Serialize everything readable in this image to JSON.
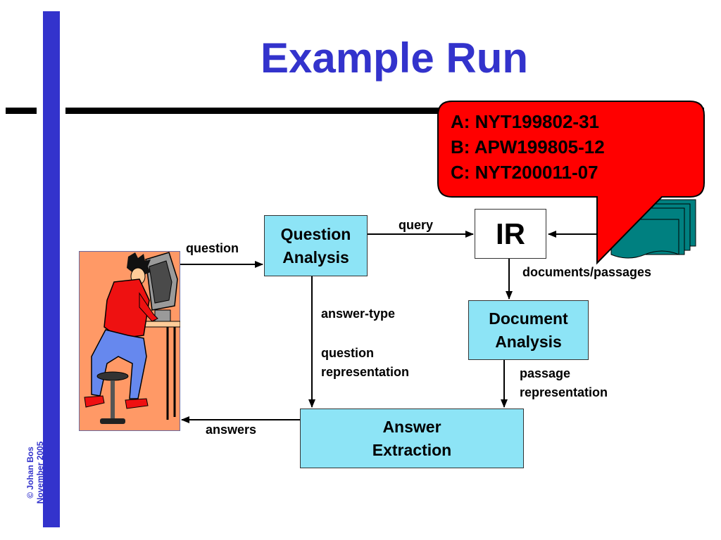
{
  "title": "Example Run",
  "copyright": {
    "line1": "© Johan Bos",
    "line2": "November 2005"
  },
  "nodes": {
    "question_analysis": {
      "line1": "Question",
      "line2": "Analysis"
    },
    "ir": {
      "label": "IR"
    },
    "document_analysis": {
      "line1": "Document",
      "line2": "Analysis"
    },
    "answer_extraction": {
      "line1": "Answer",
      "line2": "Extraction"
    }
  },
  "edge_labels": {
    "question": "question",
    "query": "query",
    "documents_passages": "documents/passages",
    "answer_type": "answer-type",
    "question_rep_1": "question",
    "question_rep_2": "representation",
    "passage_rep_1": "passage",
    "passage_rep_2": "representation",
    "answers": "answers"
  },
  "callout": {
    "lines": [
      "A: NYT199802-31",
      "B: APW199805-12",
      "C: NYT200011-07"
    ],
    "fill_color": "#ff0000"
  },
  "colors": {
    "accent": "#3333cc",
    "box_fill": "#8de4f6",
    "documents_fill": "#008080",
    "user_bg": "#ff9966"
  },
  "icons": {
    "user": "person-at-computer-icon",
    "documents": "document-stack-icon"
  }
}
